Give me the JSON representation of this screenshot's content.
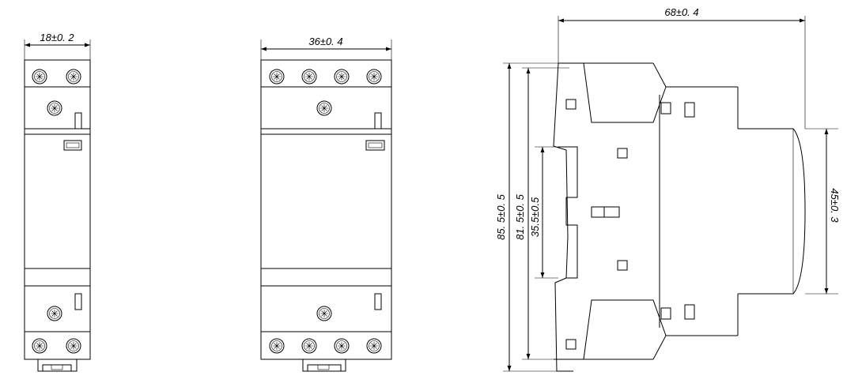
{
  "dimensions": {
    "width_2p": "18±0. 2",
    "width_4p": "36±0. 4",
    "depth": "68±0. 4",
    "height_total": "85. 5±0. 5",
    "height_body": "81. 5±0. 5",
    "height_rail": "35.5±0.5",
    "height_front": "45±0. 3"
  }
}
